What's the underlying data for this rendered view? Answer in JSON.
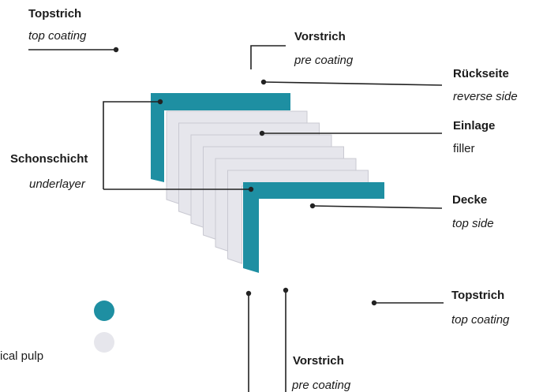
{
  "colors": {
    "teal": "#1e8fa2",
    "grey_fill": "#e6e6ec",
    "grey_line": "#c9c9d2",
    "line": "#222222"
  },
  "labels": {
    "topstrich_top": {
      "de": "Topstrich",
      "en": "top coating"
    },
    "vorstrich_top": {
      "de": "Vorstrich",
      "en": "pre coating"
    },
    "rueckseite": {
      "de": "Rückseite",
      "en": "reverse side"
    },
    "einlage": {
      "de": "Einlage",
      "en": "filler"
    },
    "schonschicht": {
      "de": "Schonschicht",
      "en": "underlayer"
    },
    "decke": {
      "de": "Decke",
      "en": "top side"
    },
    "topstrich_bottom": {
      "de": "Topstrich",
      "en": "top coating"
    },
    "vorstrich_bottom": {
      "de": "Vorstrich",
      "en": "pre coating"
    }
  },
  "legend": {
    "items": [
      {
        "color": "teal",
        "text": ""
      },
      {
        "color": "grey",
        "text": "ical pulp"
      }
    ]
  }
}
